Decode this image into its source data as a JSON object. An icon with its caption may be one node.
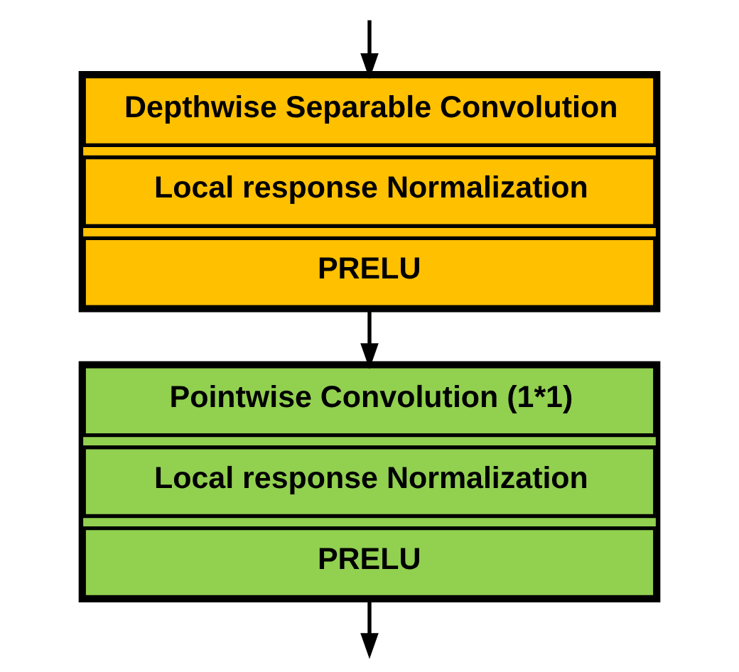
{
  "diagram": {
    "nodes": [
      {
        "text": [],
        "shape": "box"
      },
      {
        "text": [
          "Depthwise Separable Convolution"
        ],
        "in": 0
      },
      {
        "text": [
          "Local response Normalization"
        ],
        "in": 0
      },
      {
        "text": [
          "PRELU"
        ],
        "in": 0
      },
      {
        "text": [],
        "shape": "box"
      },
      {
        "text": [
          "Pointwise Convolution (1*1)"
        ],
        "in": 4
      },
      {
        "text": [
          "Local response Normalization"
        ],
        "in": 4
      },
      {
        "text": [
          "PRELU"
        ],
        "in": 4
      }
    ],
    "edges": [
      {
        "from": null,
        "to": 0,
        "arrow": "to"
      },
      {
        "from": 0,
        "to": 4,
        "arrow": "to"
      },
      {
        "from": 4,
        "to": null,
        "arrow": "to"
      }
    ]
  }
}
